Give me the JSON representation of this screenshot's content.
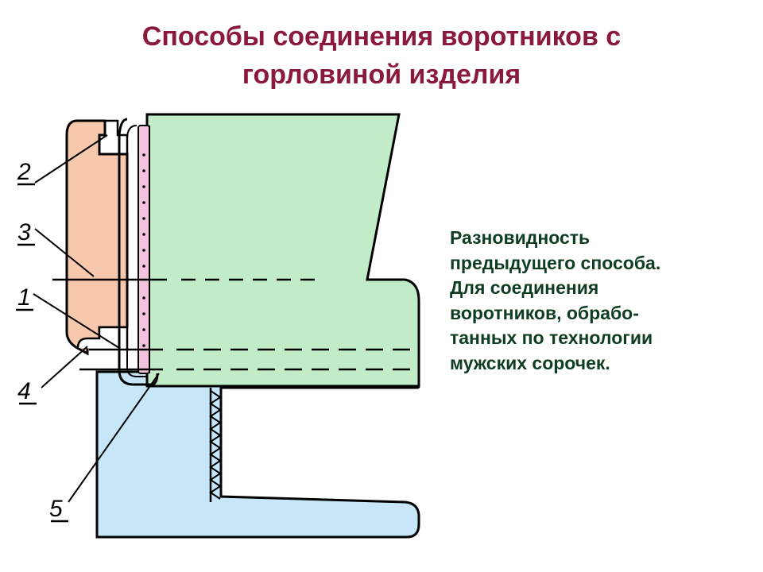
{
  "title": {
    "lines": [
      "Способы соединения воротников с",
      "горловиной изделия"
    ],
    "color": "#8b1a3a"
  },
  "description": {
    "lines": [
      "Разновидность",
      "предыдущего способа.",
      "Для соединения",
      "воротников, обрабо-",
      "танных по технологии",
      "мужских сорочек."
    ],
    "color": "#0e3d22"
  },
  "diagram": {
    "callouts": [
      "2",
      "3",
      "1",
      "4",
      "5"
    ],
    "colors": {
      "collar": "#c2ecc8",
      "stand": "#f8c8ad",
      "garment": "#c7e7f8",
      "interlining": "#f3c2dd",
      "outline": "#000000"
    }
  }
}
